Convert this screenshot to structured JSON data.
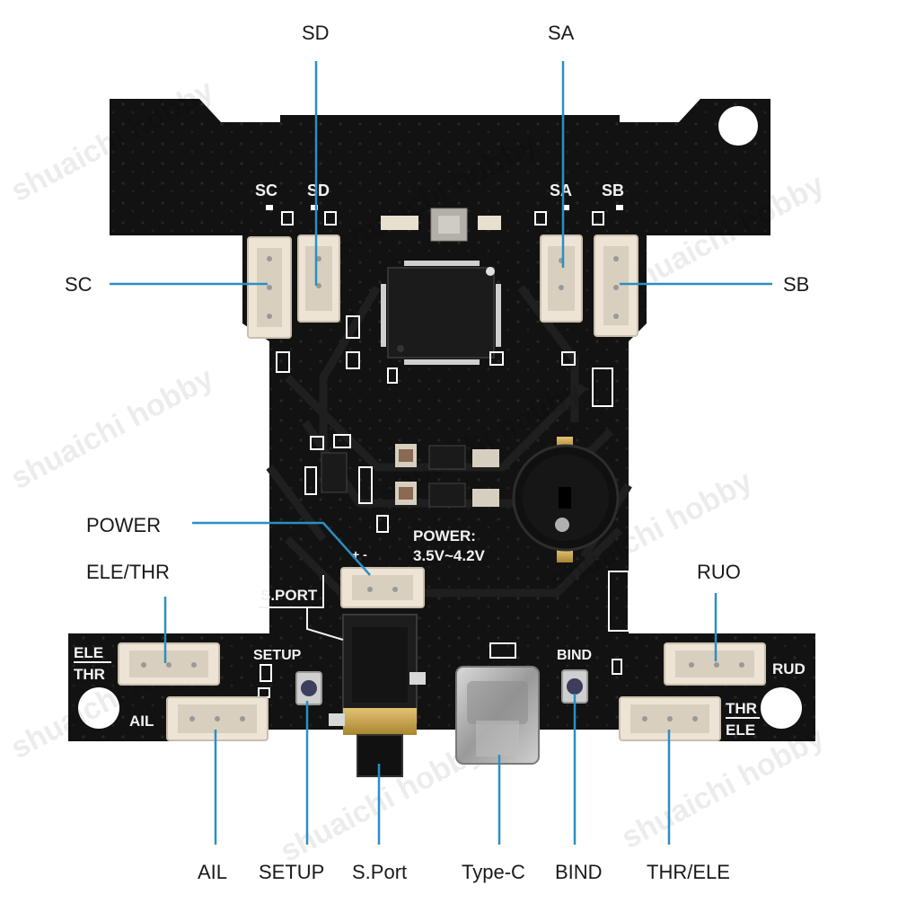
{
  "colors": {
    "board": "#121212",
    "trace": "#1d1d1d",
    "silk": "#f2f2f2",
    "connector": "#ede4d6",
    "leader": "#2a8fc4",
    "background": "#ffffff"
  },
  "callouts": {
    "sd": "SD",
    "sa": "SA",
    "sc": "SC",
    "sb": "SB",
    "power": "POWER",
    "ele_thr": "ELE/THR",
    "ruo": "RUO",
    "ail": "AIL",
    "setup": "SETUP",
    "sport": "S.Port",
    "typec": "Type-C",
    "bind": "BIND",
    "thr_ele": "THR/ELE"
  },
  "silkscreen": {
    "sc": "SC",
    "sd": "SD",
    "sa": "SA",
    "sb": "SB",
    "power_title": "POWER:",
    "power_range": "3.5V~4.2V",
    "sport": "S.PORT",
    "setup": "SETUP",
    "bind": "BIND",
    "ele": "ELE",
    "thr": "THR",
    "ail": "AIL",
    "rud": "RUD",
    "thr_right": "THR",
    "ele_right": "ELE",
    "polarity": "+ -"
  },
  "watermark": "shuaichi hobby"
}
